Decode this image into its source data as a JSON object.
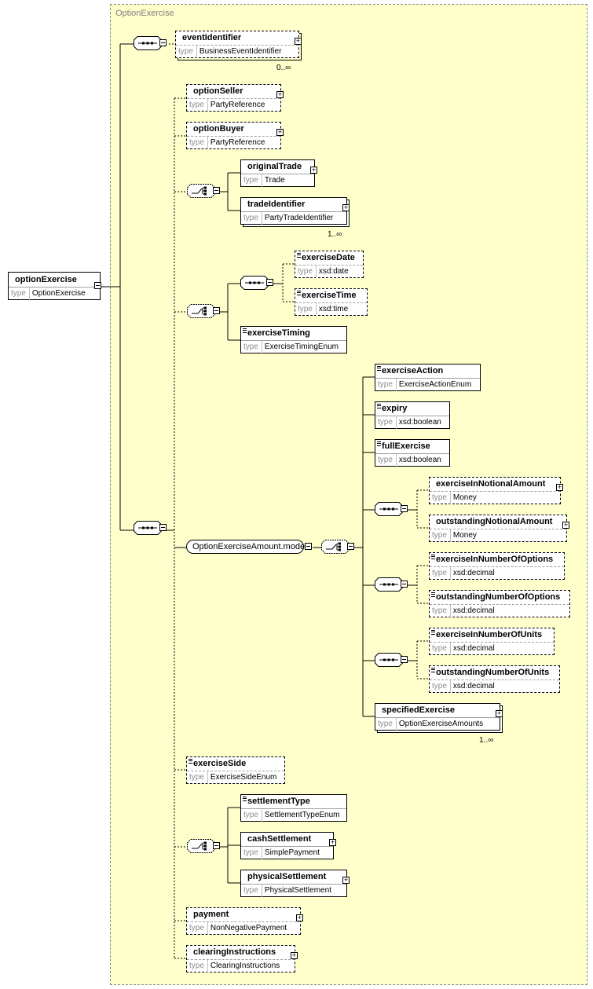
{
  "region_title": "OptionExercise",
  "type_label": "type",
  "root": {
    "name": "optionExercise",
    "type": "OptionExercise"
  },
  "group_model": {
    "name": "OptionExerciseAmount.model"
  },
  "elements": {
    "eventIdentifier": {
      "name": "eventIdentifier",
      "type": "BusinessEventIdentifier",
      "card": "0..∞"
    },
    "optionSeller": {
      "name": "optionSeller",
      "type": "PartyReference"
    },
    "optionBuyer": {
      "name": "optionBuyer",
      "type": "PartyReference"
    },
    "originalTrade": {
      "name": "originalTrade",
      "type": "Trade"
    },
    "tradeIdentifier": {
      "name": "tradeIdentifier",
      "type": "PartyTradeIdentifier",
      "card": "1..∞"
    },
    "exerciseDate": {
      "name": "exerciseDate",
      "type": "xsd:date"
    },
    "exerciseTime": {
      "name": "exerciseTime",
      "type": "xsd:time"
    },
    "exerciseTiming": {
      "name": "exerciseTiming",
      "type": "ExerciseTimingEnum"
    },
    "exerciseAction": {
      "name": "exerciseAction",
      "type": "ExerciseActionEnum"
    },
    "expiry": {
      "name": "expiry",
      "type": "xsd:boolean"
    },
    "fullExercise": {
      "name": "fullExercise",
      "type": "xsd:boolean"
    },
    "exerciseInNotionalAmount": {
      "name": "exerciseInNotionalAmount",
      "type": "Money"
    },
    "outstandingNotionalAmount": {
      "name": "outstandingNotionalAmount",
      "type": "Money"
    },
    "exerciseInNumberOfOptions": {
      "name": "exerciseInNumberOfOptions",
      "type": "xsd:decimal"
    },
    "outstandingNumberOfOptions": {
      "name": "outstandingNumberOfOptions",
      "type": "xsd:decimal"
    },
    "exerciseInNumberOfUnits": {
      "name": "exerciseInNumberOfUnits",
      "type": "xsd:decimal"
    },
    "outstandingNumberOfUnits": {
      "name": "outstandingNumberOfUnits",
      "type": "xsd:decimal"
    },
    "specifiedExercise": {
      "name": "specifiedExercise",
      "type": "OptionExerciseAmounts",
      "card": "1..∞"
    },
    "exerciseSide": {
      "name": "exerciseSide",
      "type": "ExerciseSideEnum"
    },
    "settlementType": {
      "name": "settlementType",
      "type": "SettlementTypeEnum"
    },
    "cashSettlement": {
      "name": "cashSettlement",
      "type": "SimplePayment"
    },
    "physicalSettlement": {
      "name": "physicalSettlement",
      "type": "PhysicalSettlement"
    },
    "payment": {
      "name": "payment",
      "type": "NonNegativePayment"
    },
    "clearingInstructions": {
      "name": "clearingInstructions",
      "type": "ClearingInstructions"
    }
  },
  "colors": {
    "region_bg": "#ffffcc",
    "border": "#000000",
    "type_label": "#8c8c8c"
  }
}
